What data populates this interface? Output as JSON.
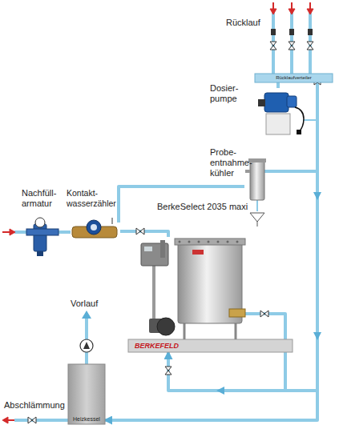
{
  "diagram": {
    "nodes": [
      {
        "text": [
          "Rücklaufverteiler"
        ]
      },
      {
        "text": [
          "Dosier- pumpe"
        ]
      },
      {
        "text": [
          "Probe- entnahme- kühler"
        ]
      },
      {
        "text": [
          "Nachfüll- armatur"
        ]
      },
      {
        "text": [
          "Kontakt- wasserzähler"
        ]
      },
      {
        "text": [
          "BerkeSelect 2035 maxi",
          "BERKEFELD"
        ]
      },
      {
        "text": [
          "Heizkessel"
        ]
      }
    ],
    "edges": [
      {
        "from": 3,
        "to": 4,
        "arrow": "none"
      },
      {
        "from": 4,
        "to": 5,
        "arrow": "none"
      },
      {
        "from": 0,
        "to": 6,
        "arrow": "to"
      },
      {
        "from": 0,
        "to": 5,
        "arrow": "to"
      },
      {
        "from": 1,
        "to": 0,
        "arrow": "none"
      },
      {
        "from": 4,
        "to": 2,
        "arrow": "none"
      }
    ],
    "labels": [
      "Rücklauf",
      "Vorlauf",
      "Abschlämmung"
    ]
  }
}
